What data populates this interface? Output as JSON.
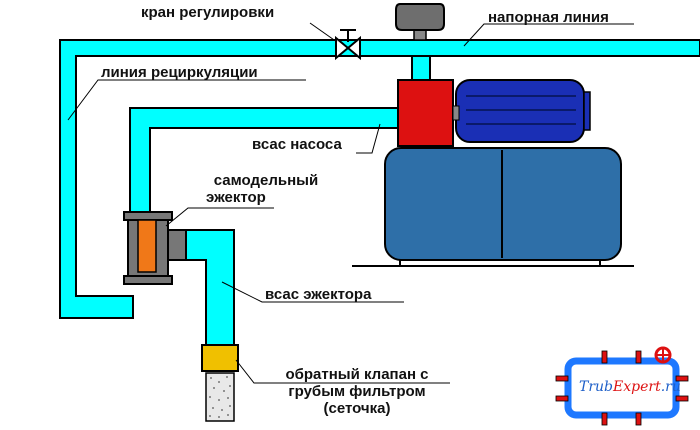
{
  "labels": {
    "valve": "кран регулировки",
    "pressure_line": "напорная линия",
    "recirculation_line": "линия рециркуляции",
    "pump_suction": "всас насоса",
    "ejector_line1": "самодельный",
    "ejector_line2": "эжектор",
    "ejector_suction": "всас эжектора",
    "check_valve_line1": "обратный клапан с",
    "check_valve_line2": "грубым фильтром",
    "check_valve_line3": "(сеточка)"
  },
  "logo": {
    "part1": "Trub",
    "part2": "Expert",
    "part3": ".ru"
  },
  "colors": {
    "pipe": "#00ffff",
    "pump_head": "#dd1111",
    "motor": "#1a2fb5",
    "tank": "#2e6fa8",
    "ejector_body": "#777777",
    "ejector_nozzle": "#f07818",
    "check_valve": "#f0c000",
    "logo_pipe": "#1e78ff",
    "logo_text_blue": "#1e5fc8",
    "logo_text_red": "#dd1111"
  }
}
